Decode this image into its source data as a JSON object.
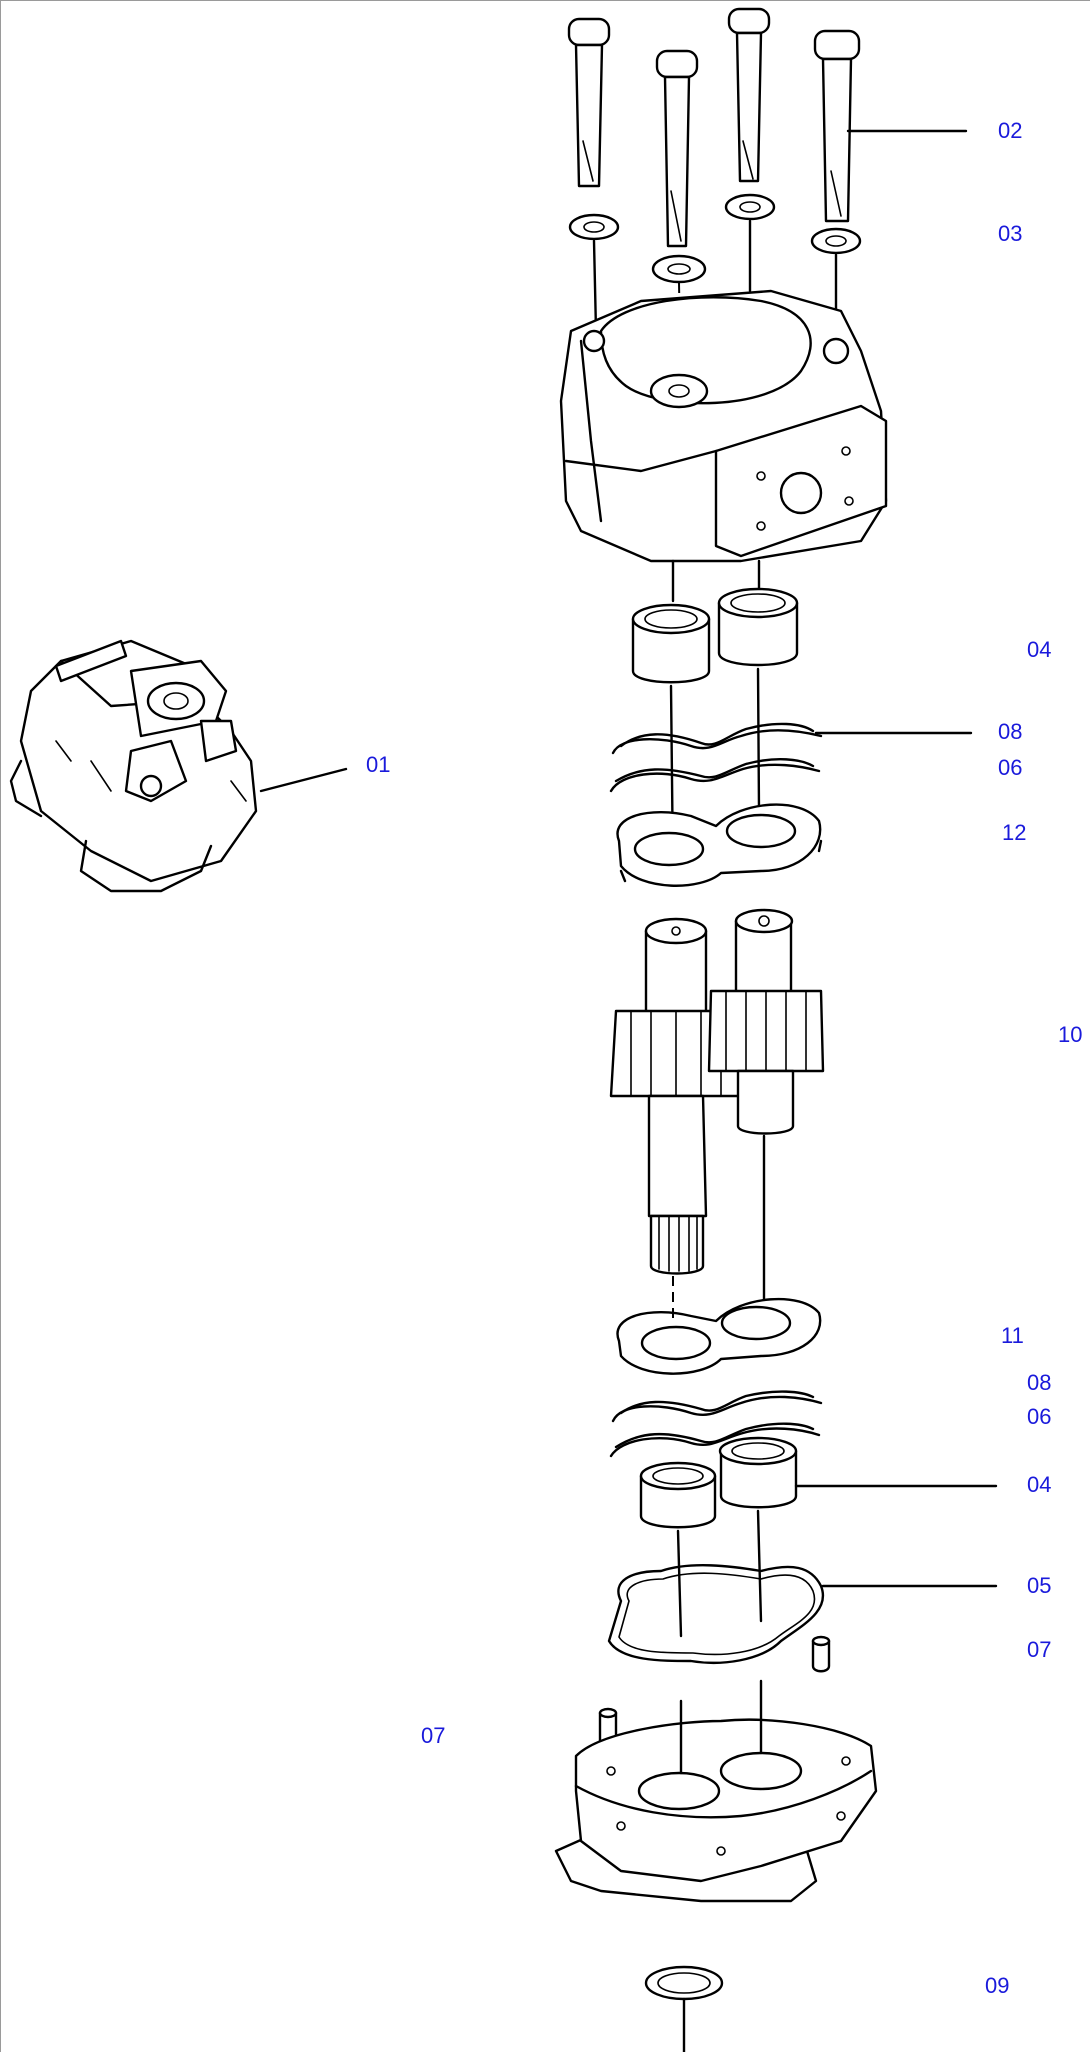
{
  "diagram": {
    "callouts": {
      "c01": "01",
      "c02": "02",
      "c03": "03",
      "c04a": "04",
      "c08a": "08",
      "c06a": "06",
      "c12": "12",
      "c10": "10",
      "c11": "11",
      "c08b": "08",
      "c06b": "06",
      "c04b": "04",
      "c05": "05",
      "c07a": "07",
      "c07b": "07",
      "c09": "09"
    },
    "callout_color": "#1a1adb",
    "line_color": "#000000"
  }
}
